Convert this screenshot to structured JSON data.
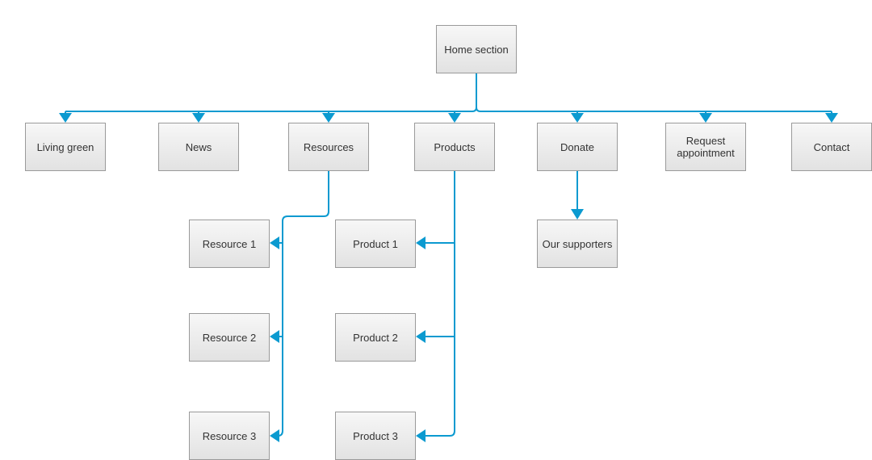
{
  "colors": {
    "connector": "#0b9ad0",
    "node_border": "#9a9a9a",
    "node_text": "#333333"
  },
  "nodes": {
    "home": "Home section",
    "living_green": "Living green",
    "news": "News",
    "resources": "Resources",
    "products": "Products",
    "donate": "Donate",
    "request_appointment": "Request appointment",
    "contact": "Contact",
    "our_supporters": "Our supporters",
    "resource_1": "Resource 1",
    "resource_2": "Resource 2",
    "resource_3": "Resource 3",
    "product_1": "Product 1",
    "product_2": "Product 2",
    "product_3": "Product 3"
  }
}
